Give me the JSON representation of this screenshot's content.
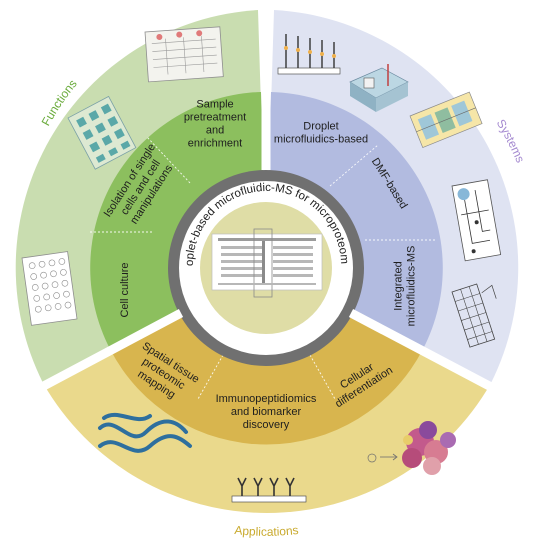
{
  "title": "Droplet-based microfluidic-MS for microproteomics",
  "sections": {
    "functions": {
      "heading": "Functions",
      "items": [
        "Sample pretreatment and enrichment",
        "Isolation of single cells and cell manipulations",
        "Cell culture"
      ]
    },
    "systems": {
      "heading": "Systems",
      "items": [
        "Droplet microfluidics-based",
        "DMF-based",
        "Integrated microfluidics-MS"
      ]
    },
    "applications": {
      "heading": "Applications",
      "items": [
        "Spatial tissue proteomic mapping",
        "Immunopeptidiomics and biomarker discovery",
        "Cellular differentiation"
      ]
    }
  },
  "colors": {
    "functions_outer": "#c9ddb0",
    "functions_inner": "#8cbf5e",
    "functions_text": "#6aab3c",
    "systems_outer": "#dfe3f2",
    "systems_inner": "#b2bbe0",
    "systems_text": "#a58ad0",
    "applications_outer": "#ead98c",
    "applications_inner": "#d8b54e",
    "applications_text": "#c9aa2e",
    "center_ring": "#707070",
    "core": "#dfdda6"
  }
}
